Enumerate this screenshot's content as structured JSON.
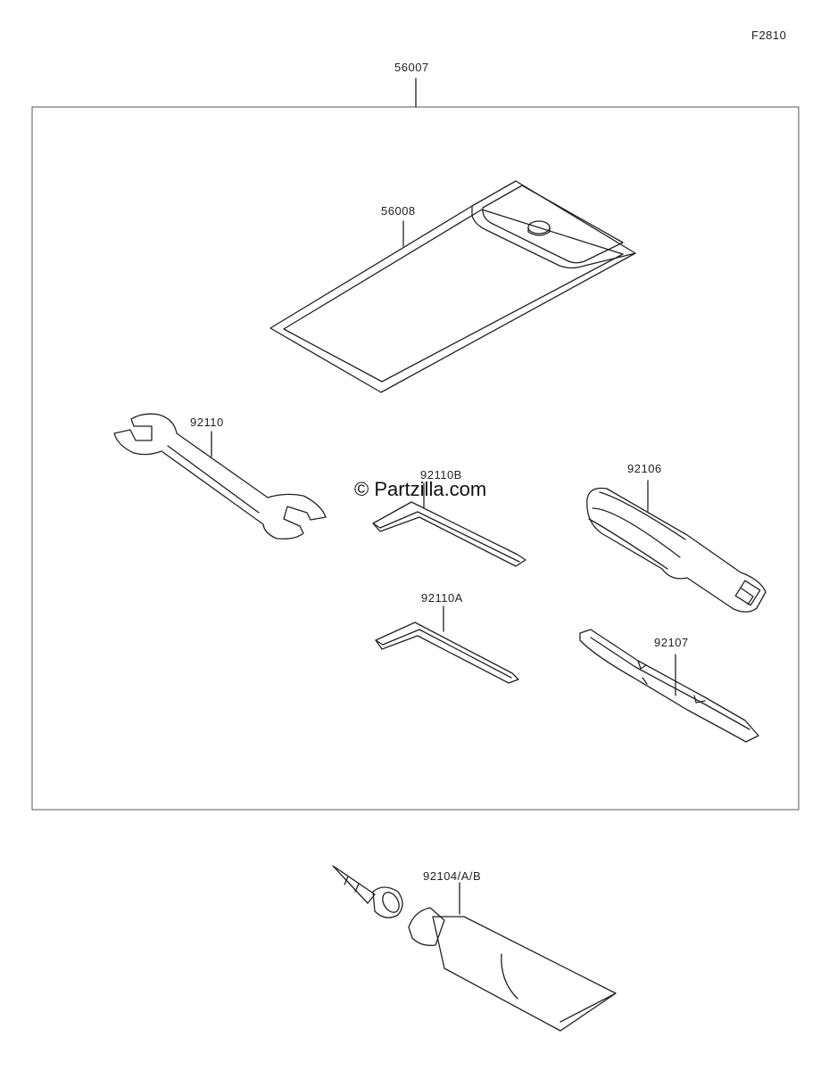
{
  "figure_code": "F2810",
  "watermark": "© Partzilla.com",
  "parts": {
    "kit": "56007",
    "pouch": "56008",
    "wrench": "92110",
    "hex_b": "92110B",
    "hex_a": "92110A",
    "handle": "92106",
    "bit": "92107",
    "grease": "92104/A/B"
  },
  "colors": {
    "line": "#222222",
    "box": "#555555"
  }
}
